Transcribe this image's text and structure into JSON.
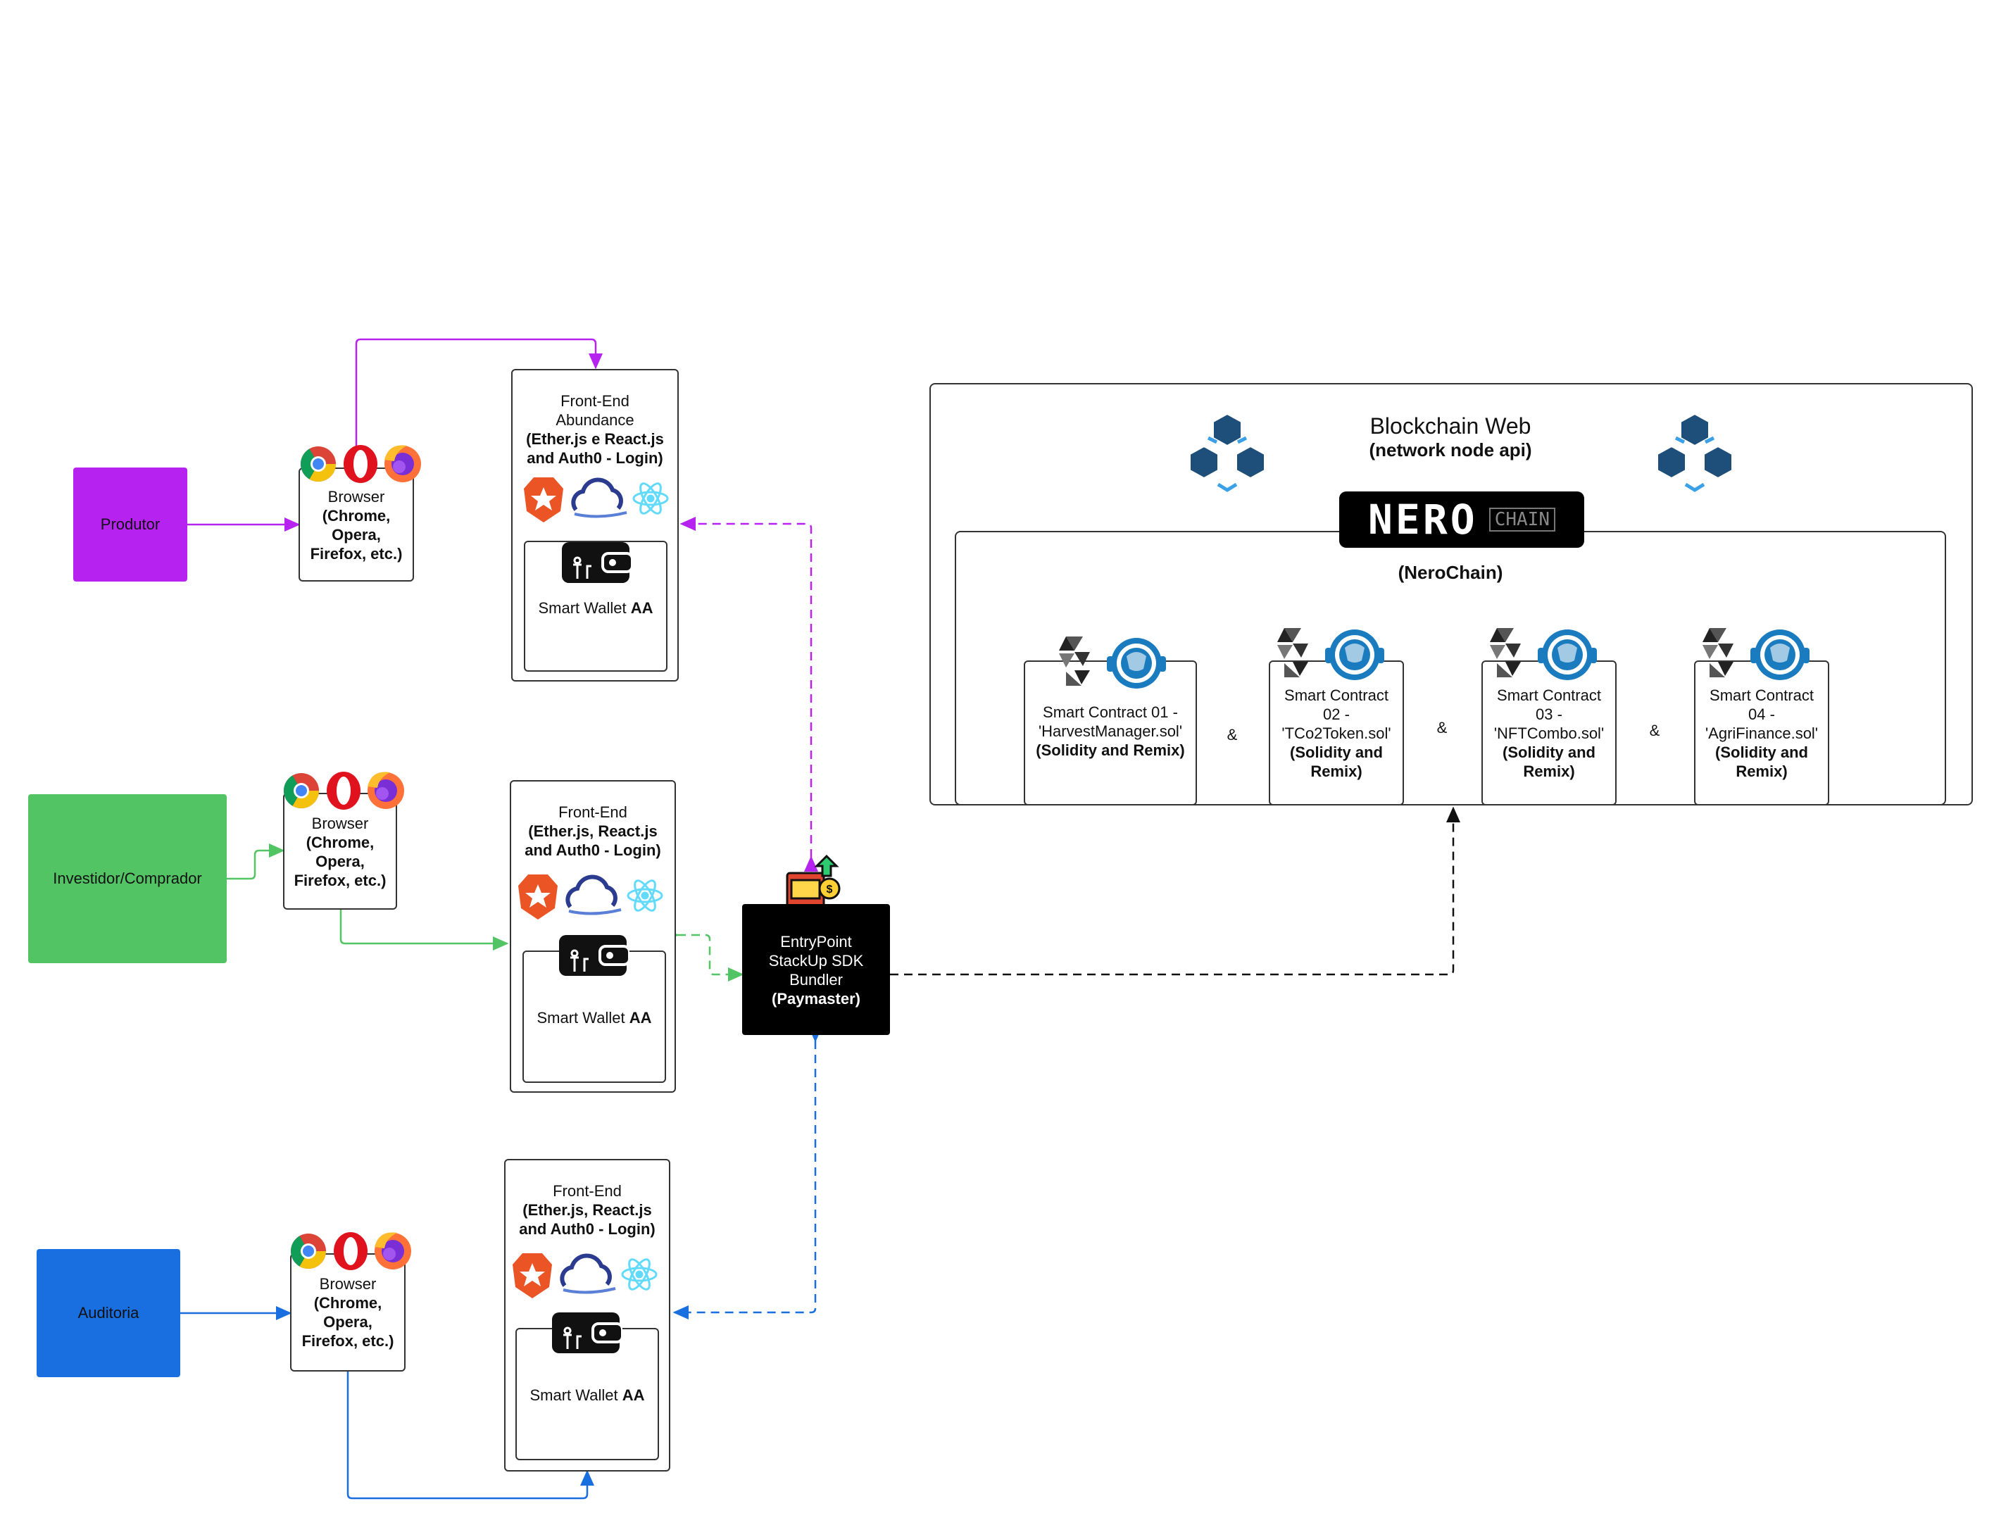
{
  "actors": {
    "produtor": {
      "label": "Produtor",
      "color": "#b623f0"
    },
    "investidor": {
      "label": "Investidor/Comprador",
      "color": "#52c463"
    },
    "auditoria": {
      "label": "Auditoria",
      "color": "#1a6fe0"
    }
  },
  "browser": {
    "title": "Browser",
    "detail_1": "(Chrome,",
    "detail_2": "Opera,",
    "detail_3": "Firefox, etc.)"
  },
  "frontends": {
    "produtor": {
      "line_1": "Front-End",
      "line_2": "Abundance",
      "line_3": "(Ether.js e React.js",
      "line_4": "and Auth0 - Login)"
    },
    "investidor": {
      "line_1": "Front-End",
      "line_2": "(Ether.js, React.js",
      "line_3": "and Auth0 - Login)"
    },
    "auditoria": {
      "line_1": "Front-End",
      "line_2": "(Ether.js, React.js",
      "line_3": "and Auth0 - Login)"
    }
  },
  "wallet": {
    "label": "Smart Wallet",
    "label_bold": "AA"
  },
  "entrypoint": {
    "line_1": "EntryPoint",
    "line_2": "StackUp SDK",
    "line_3": "Bundler",
    "line_4": "(Paymaster)"
  },
  "blockchain": {
    "title": "Blockchain Web",
    "subtitle": "(network node api)",
    "logo_main": "NERO",
    "logo_tag": "CHAIN",
    "chain_label": "(NeroChain)",
    "separator": "&"
  },
  "contracts": [
    {
      "line_1": "Smart Contract 01 -",
      "line_2": "'HarvestManager.sol'",
      "line_3": "(Solidity and Remix)"
    },
    {
      "line_1": "Smart Contract",
      "line_2": "02 -",
      "line_3": "'TCo2Token.sol'",
      "line_4": "(Solidity and",
      "line_5": "Remix)"
    },
    {
      "line_1": "Smart Contract",
      "line_2": "03 -",
      "line_3": "'NFTCombo.sol'",
      "line_4": "(Solidity and",
      "line_5": "Remix)"
    },
    {
      "line_1": "Smart Contract",
      "line_2": "04 -",
      "line_3": "'AgriFinance.sol'",
      "line_4": "(Solidity and",
      "line_5": "Remix)"
    }
  ],
  "icons": [
    "chrome-icon",
    "opera-icon",
    "firefox-icon",
    "auth0-icon",
    "cloud-icon",
    "react-icon",
    "wallet-icon",
    "solidity-icon",
    "remix-icon",
    "blockchain-cubes-icon",
    "paymaster-machine-icon"
  ]
}
